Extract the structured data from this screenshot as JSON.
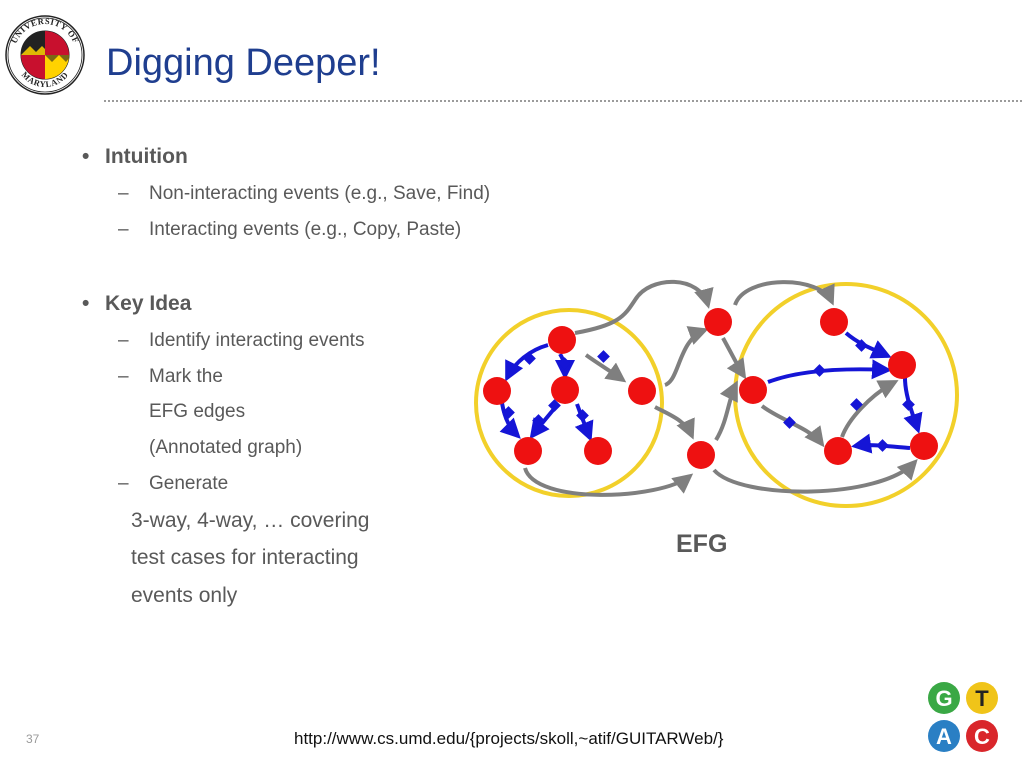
{
  "slide": {
    "title": "Digging Deeper!",
    "page_number": "37",
    "footer_url": "http://www.cs.umd.edu/{projects/skoll,~atif/GUITARWeb/}"
  },
  "logo": {
    "name": "university-of-maryland-seal",
    "text": "UNIVERSITY OF MARYLAND"
  },
  "bullets": {
    "intuition": {
      "label": "Intuition",
      "items": [
        "Non-interacting events (e.g., Save, Find)",
        "Interacting events (e.g., Copy, Paste)"
      ]
    },
    "key_idea": {
      "label": "Key Idea",
      "item1": "Identify interacting events",
      "item2_lines": [
        "Mark the",
        "EFG edges",
        "(Annotated graph)"
      ],
      "item3": "Generate",
      "continuation": [
        "3-way, 4-way, … covering",
        "test cases for interacting",
        "events only"
      ]
    }
  },
  "diagram": {
    "label": "EFG",
    "colors": {
      "node": "#ee1111",
      "annotated_edge": "#1515d6",
      "plain_edge": "#7f7f7f",
      "cluster_ring": "#f2d02a"
    }
  },
  "gtac": {
    "letters": [
      "G",
      "T",
      "A",
      "C"
    ],
    "colors": [
      "#3aa845",
      "#f0c419",
      "#2a7fc4",
      "#d9262b"
    ]
  }
}
